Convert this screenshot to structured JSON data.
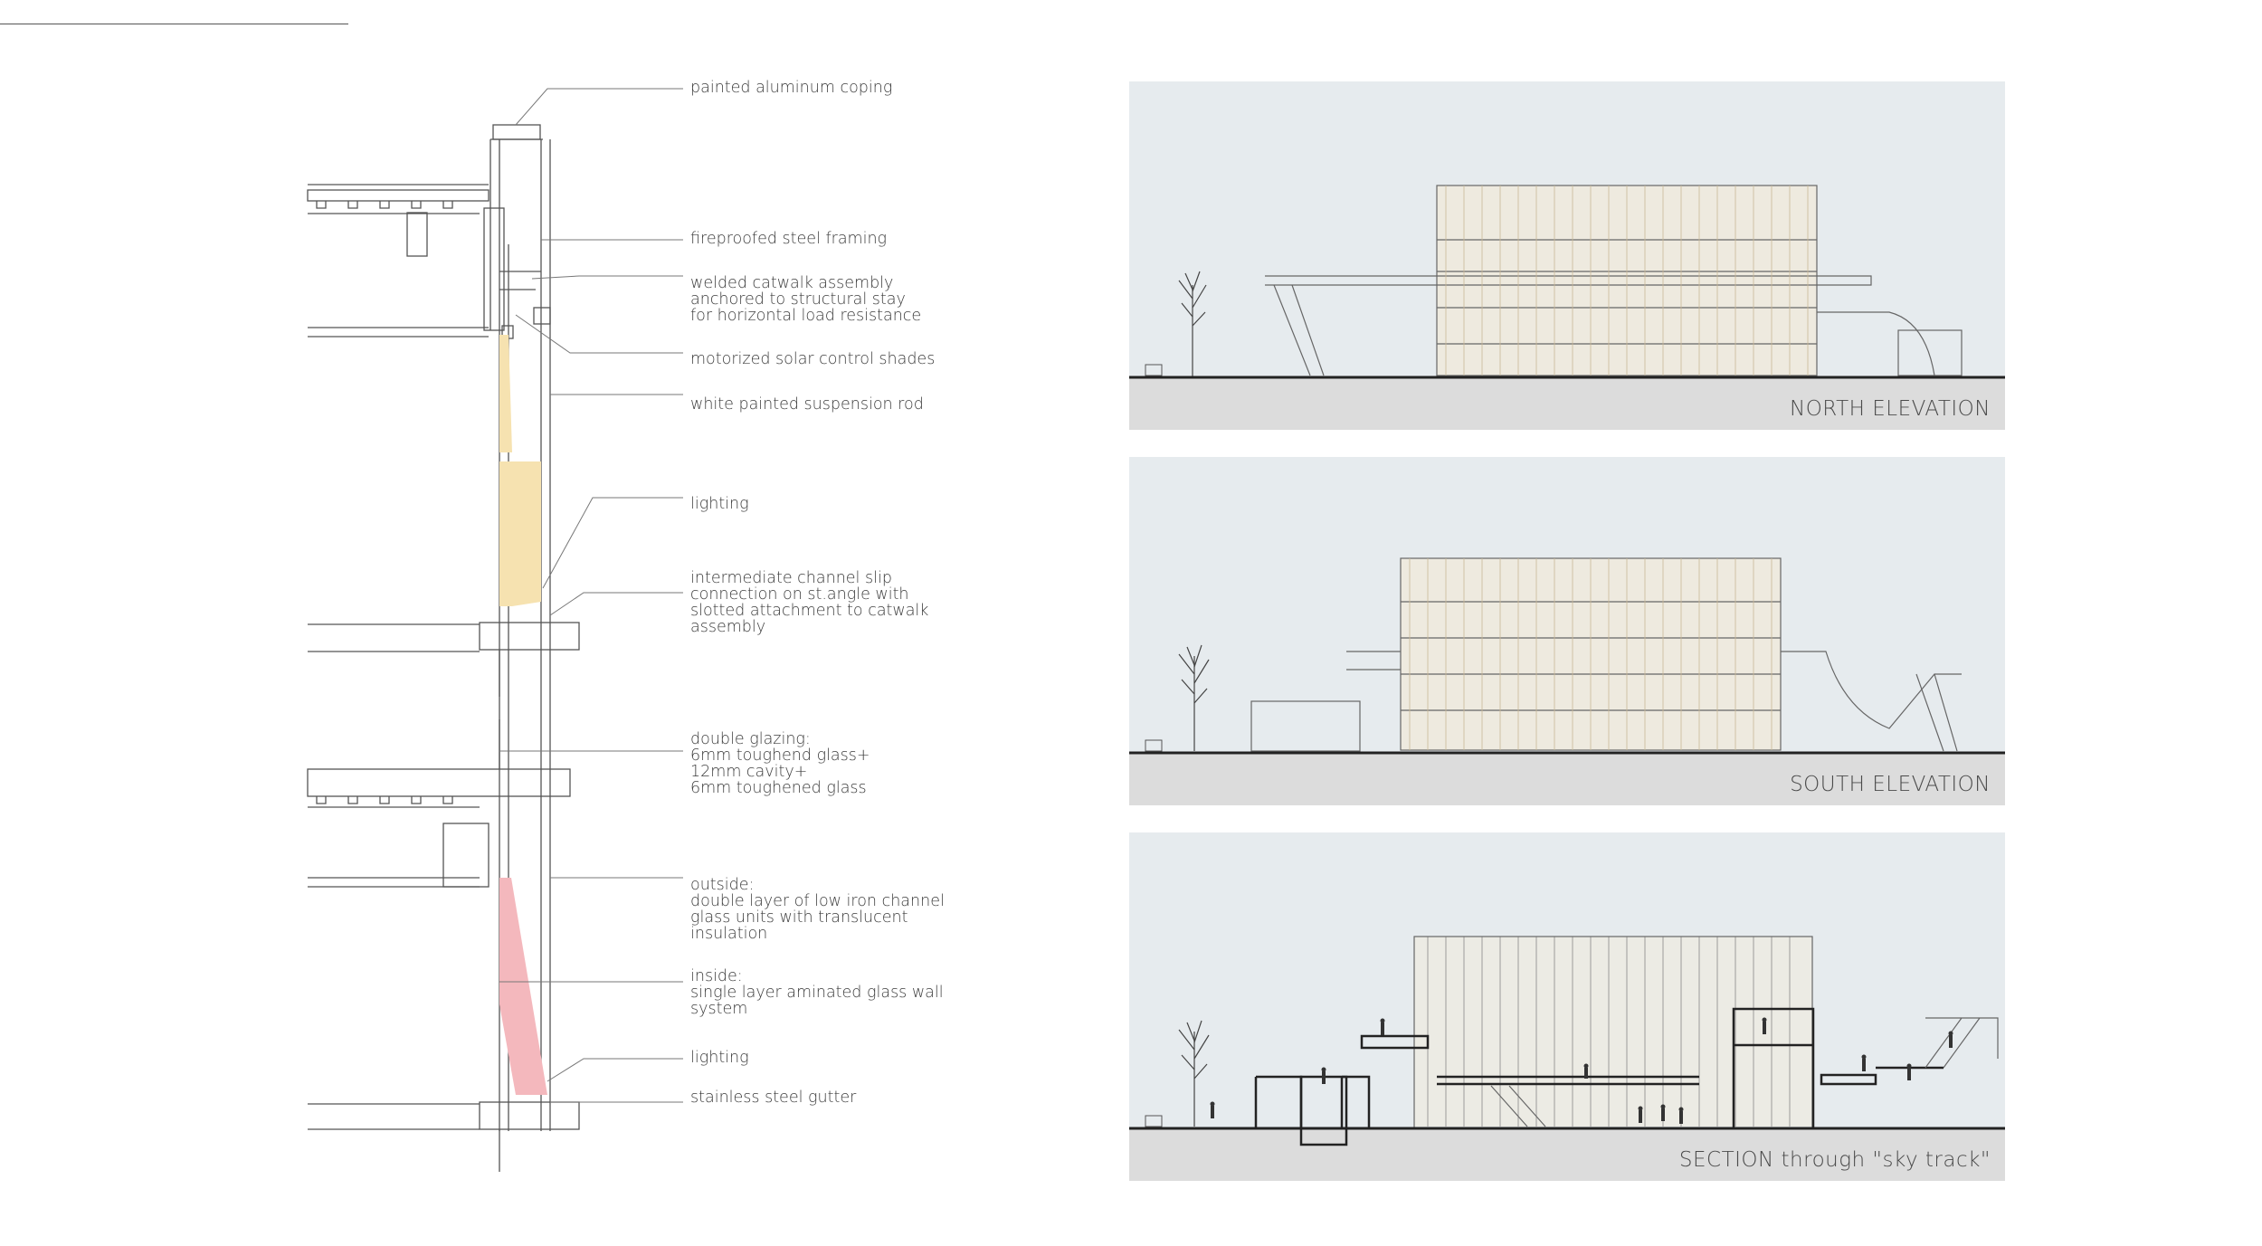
{
  "detail_section": {
    "callouts": [
      {
        "id": "coping",
        "text": "painted aluminum coping"
      },
      {
        "id": "framing",
        "text": "fireproofed steel framing"
      },
      {
        "id": "catwalk",
        "text": "welded catwalk assembly\nanchored to structural stay\nfor horizontal load resistance"
      },
      {
        "id": "shades",
        "text": "motorized solar control shades"
      },
      {
        "id": "rod",
        "text": "white painted suspension rod"
      },
      {
        "id": "lighting1",
        "text": "lighting"
      },
      {
        "id": "channel",
        "text": "intermediate channel slip\nconnection on st.angle with\nslotted attachment to catwalk\nassembly"
      },
      {
        "id": "glazing",
        "text": "double glazing:\n6mm toughend glass+\n12mm cavity+\n6mm toughened glass"
      },
      {
        "id": "outside",
        "text": "outside:\ndouble layer of low iron channel\nglass units with translucent\ninsulation"
      },
      {
        "id": "inside",
        "text": "inside:\nsingle layer aminated glass wall\nsystem"
      },
      {
        "id": "lighting2",
        "text": "lighting"
      },
      {
        "id": "gutter",
        "text": "stainless steel gutter"
      }
    ],
    "colors": {
      "shade_fill": "#f6e2b0",
      "light_fill": "#f4b8bd",
      "line": "#555555"
    }
  },
  "panels": [
    {
      "id": "north",
      "caption": "NORTH ELEVATION"
    },
    {
      "id": "south",
      "caption": "SOUTH ELEVATION"
    },
    {
      "id": "section",
      "caption": "SECTION through \"sky track\""
    }
  ],
  "colors": {
    "panel_bg": "#e6ebee",
    "ground_band": "#dcdcdc",
    "facade_tint": "#f3ead6"
  }
}
